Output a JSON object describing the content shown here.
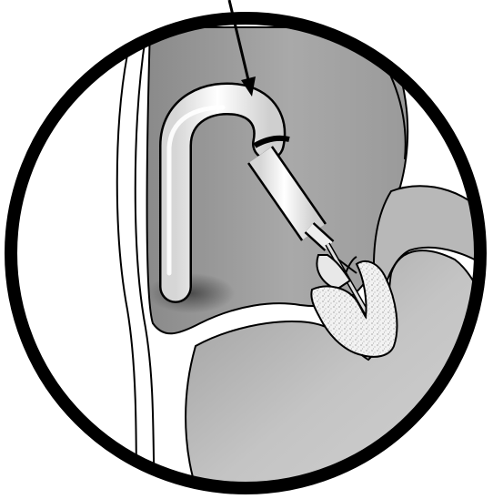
{
  "illustration": {
    "subject": "catheter-and-clip-device-in-heart-chamber",
    "icons": [
      "pointer-arrow",
      "curved-catheter",
      "delivery-shaft",
      "clip-grasper",
      "valve-leaflet"
    ]
  },
  "colors": {
    "frame": "#000000",
    "paper": "#ffffff",
    "cavity_dark": "#8a8a8a",
    "cavity_mid": "#a9a9a9",
    "chamber_light": "#c4c4c4",
    "chamber_shade": "#9c9c9c",
    "catheter_fill": "#f4f4f4",
    "leaflet_fill": "#f2f2f2"
  }
}
